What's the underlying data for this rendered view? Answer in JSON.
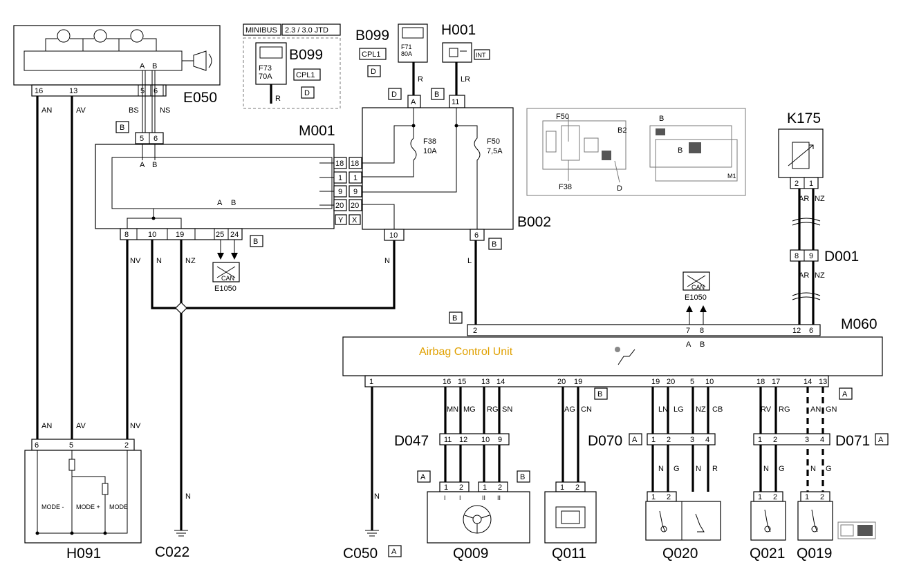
{
  "components": {
    "e050": "E050",
    "m001": "M001",
    "b002": "B002",
    "b099": "B099",
    "h001": "H001",
    "k175": "K175",
    "d001": "D001",
    "m060": "M060",
    "h091": "H091",
    "c022": "C022",
    "c050": "C050",
    "q009": "Q009",
    "q011": "Q011",
    "q020": "Q020",
    "q021": "Q021",
    "q019": "Q019",
    "d047": "D047",
    "d070": "D070",
    "d071": "D071",
    "e1050": "E1050"
  },
  "m060_description": "Airbag Control Unit",
  "minibus": {
    "label": "MINIBUS",
    "engine": "2.3 / 3.0 JTD"
  },
  "fuses": {
    "f73": "F73",
    "f73_rating": "70A",
    "f71": "F71",
    "f71_rating": "80A",
    "f38": "F38",
    "f38_rating": "10A",
    "f50": "F50",
    "f50_rating": "7,5A"
  },
  "location_codes": {
    "A": "A",
    "B": "B",
    "D": "D",
    "CPL1": "CPL1",
    "INT": "INT",
    "Y": "Y",
    "X": "X",
    "B2": "B2",
    "M1": "M1",
    "CAN": "CAN"
  },
  "wire_colors": {
    "AN": "AN",
    "AV": "AV",
    "BS": "BS",
    "NS": "NS",
    "NV": "NV",
    "N": "N",
    "NZ": "NZ",
    "R": "R",
    "LR": "LR",
    "L": "L",
    "AR": "AR",
    "MN": "MN",
    "MG": "MG",
    "RG": "RG",
    "SN": "SN",
    "AG": "AG",
    "CN": "CN",
    "LN": "LN",
    "LG": "LG",
    "CB": "CB",
    "RV": "RV",
    "GN": "GN",
    "G": "G"
  },
  "pins": {
    "p1": "1",
    "p2": "2",
    "p3": "3",
    "p4": "4",
    "p5": "5",
    "p6": "6",
    "p7": "7",
    "p8": "8",
    "p9": "9",
    "p10": "10",
    "p11": "11",
    "p12": "12",
    "p13": "13",
    "p14": "14",
    "p15": "15",
    "p16": "16",
    "p17": "17",
    "p18": "18",
    "p19": "19",
    "p20": "20",
    "p24": "24",
    "p25": "25",
    "I": "I",
    "II": "II",
    "AB_A": "A",
    "AB_B": "B"
  },
  "h091_switches": {
    "mode_minus": "MODE -",
    "mode_plus": "MODE +",
    "mode": "MODE"
  },
  "colors": {
    "line": "#000000",
    "label_accent": "#e0a000",
    "inset_border": "#777777"
  }
}
